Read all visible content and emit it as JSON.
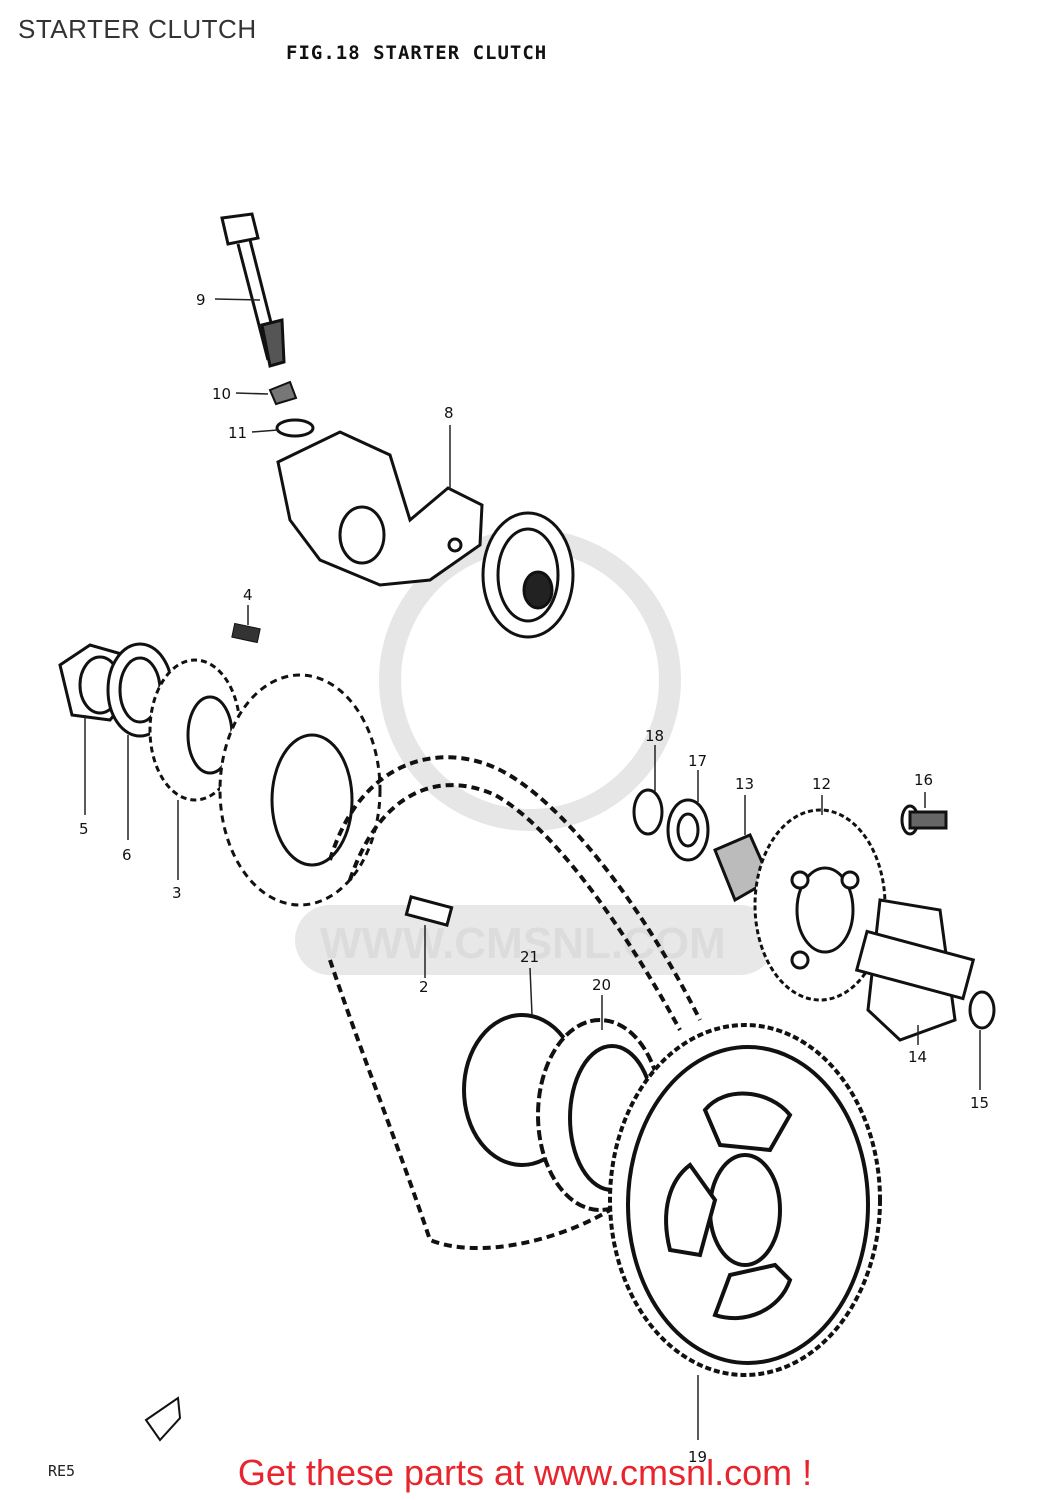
{
  "header": {
    "title": "STARTER CLUTCH"
  },
  "figure": {
    "title": "FIG.18  STARTER CLUTCH"
  },
  "watermark": {
    "text": "WWW.CMSNL.COM",
    "color": "#d9d9d9"
  },
  "callouts": [
    {
      "id": "2",
      "label": "2"
    },
    {
      "id": "3",
      "label": "3"
    },
    {
      "id": "4",
      "label": "4"
    },
    {
      "id": "5",
      "label": "5"
    },
    {
      "id": "6",
      "label": "6"
    },
    {
      "id": "8",
      "label": "8"
    },
    {
      "id": "9",
      "label": "9"
    },
    {
      "id": "10",
      "label": "10"
    },
    {
      "id": "11",
      "label": "11"
    },
    {
      "id": "12",
      "label": "12"
    },
    {
      "id": "13",
      "label": "13"
    },
    {
      "id": "14",
      "label": "14"
    },
    {
      "id": "15",
      "label": "15"
    },
    {
      "id": "16",
      "label": "16"
    },
    {
      "id": "17",
      "label": "17"
    },
    {
      "id": "18",
      "label": "18"
    },
    {
      "id": "19",
      "label": "19"
    },
    {
      "id": "20",
      "label": "20"
    },
    {
      "id": "21",
      "label": "21"
    }
  ],
  "footer": {
    "cta": "Get these parts at www.cmsnl.com !",
    "color": "#e8242c",
    "corner_code": "RE5"
  }
}
